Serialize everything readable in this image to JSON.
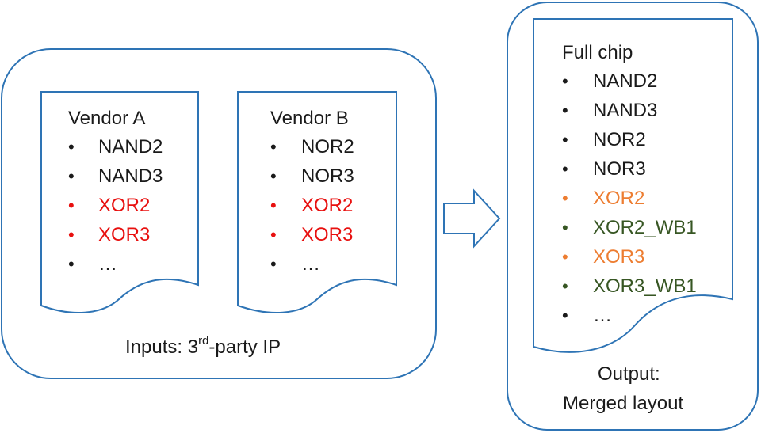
{
  "colors": {
    "outline": "#2e74b5",
    "text": "#1a1a1a",
    "red": "#e8100f",
    "orange": "#ed7d31",
    "green": "#375623"
  },
  "inputs_group": {
    "caption_prefix": "Inputs: 3",
    "caption_sup": "rd",
    "caption_suffix": "-party IP",
    "vendor_a": {
      "title": "Vendor A",
      "items": [
        {
          "text": "NAND2",
          "color": "black"
        },
        {
          "text": "NAND3",
          "color": "black"
        },
        {
          "text": "XOR2",
          "color": "red"
        },
        {
          "text": "XOR3",
          "color": "red"
        },
        {
          "text": "…",
          "color": "black"
        }
      ]
    },
    "vendor_b": {
      "title": "Vendor B",
      "items": [
        {
          "text": "NOR2",
          "color": "black"
        },
        {
          "text": "NOR3",
          "color": "black"
        },
        {
          "text": "XOR2",
          "color": "red"
        },
        {
          "text": "XOR3",
          "color": "red"
        },
        {
          "text": "…",
          "color": "black"
        }
      ]
    }
  },
  "output_group": {
    "caption_line1": "Output:",
    "caption_line2": "Merged layout",
    "full_chip": {
      "title": "Full chip",
      "items": [
        {
          "text": "NAND2",
          "color": "black"
        },
        {
          "text": "NAND3",
          "color": "black"
        },
        {
          "text": "NOR2",
          "color": "black"
        },
        {
          "text": "NOR3",
          "color": "black"
        },
        {
          "text": "XOR2",
          "color": "orange"
        },
        {
          "text": "XOR2_WB1",
          "color": "green"
        },
        {
          "text": "XOR3",
          "color": "orange"
        },
        {
          "text": "XOR3_WB1",
          "color": "green"
        },
        {
          "text": "…",
          "color": "black"
        }
      ]
    }
  }
}
